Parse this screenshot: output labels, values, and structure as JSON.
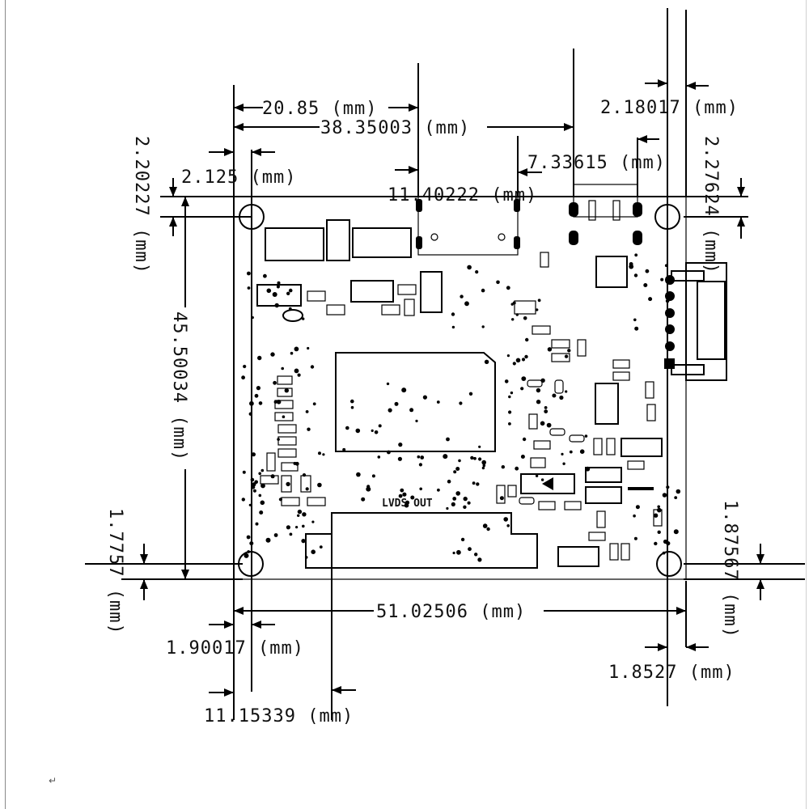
{
  "dimensions": {
    "hole_to_left_top": "20.85 (mm)",
    "hole_to_right_top": "38.35003 (mm)",
    "top_right_gap": "2.18017 (mm)",
    "top_right_conn": "7.33615 (mm)",
    "top_left_offset": "2.125 (mm)",
    "top_mid_span": "11.40222 (mm)",
    "left_top_vert": "2.20227 (mm)",
    "right_top_vert": "2.27624 (mm)",
    "height": "45.50034 (mm)",
    "left_bottom_vert": "1.7757 (mm)",
    "right_bottom_vert": "1.87567 (mm)",
    "width": "51.02506 (mm)",
    "bottom_left_offset": "1.90017 (mm)",
    "bottom_right_offset": "1.8527 (mm)",
    "bottom_conn_offset": "11.15339 (mm)"
  },
  "board": {
    "connector_label": "LVDS OUT"
  },
  "page": {
    "paragraph_mark": "↵"
  }
}
